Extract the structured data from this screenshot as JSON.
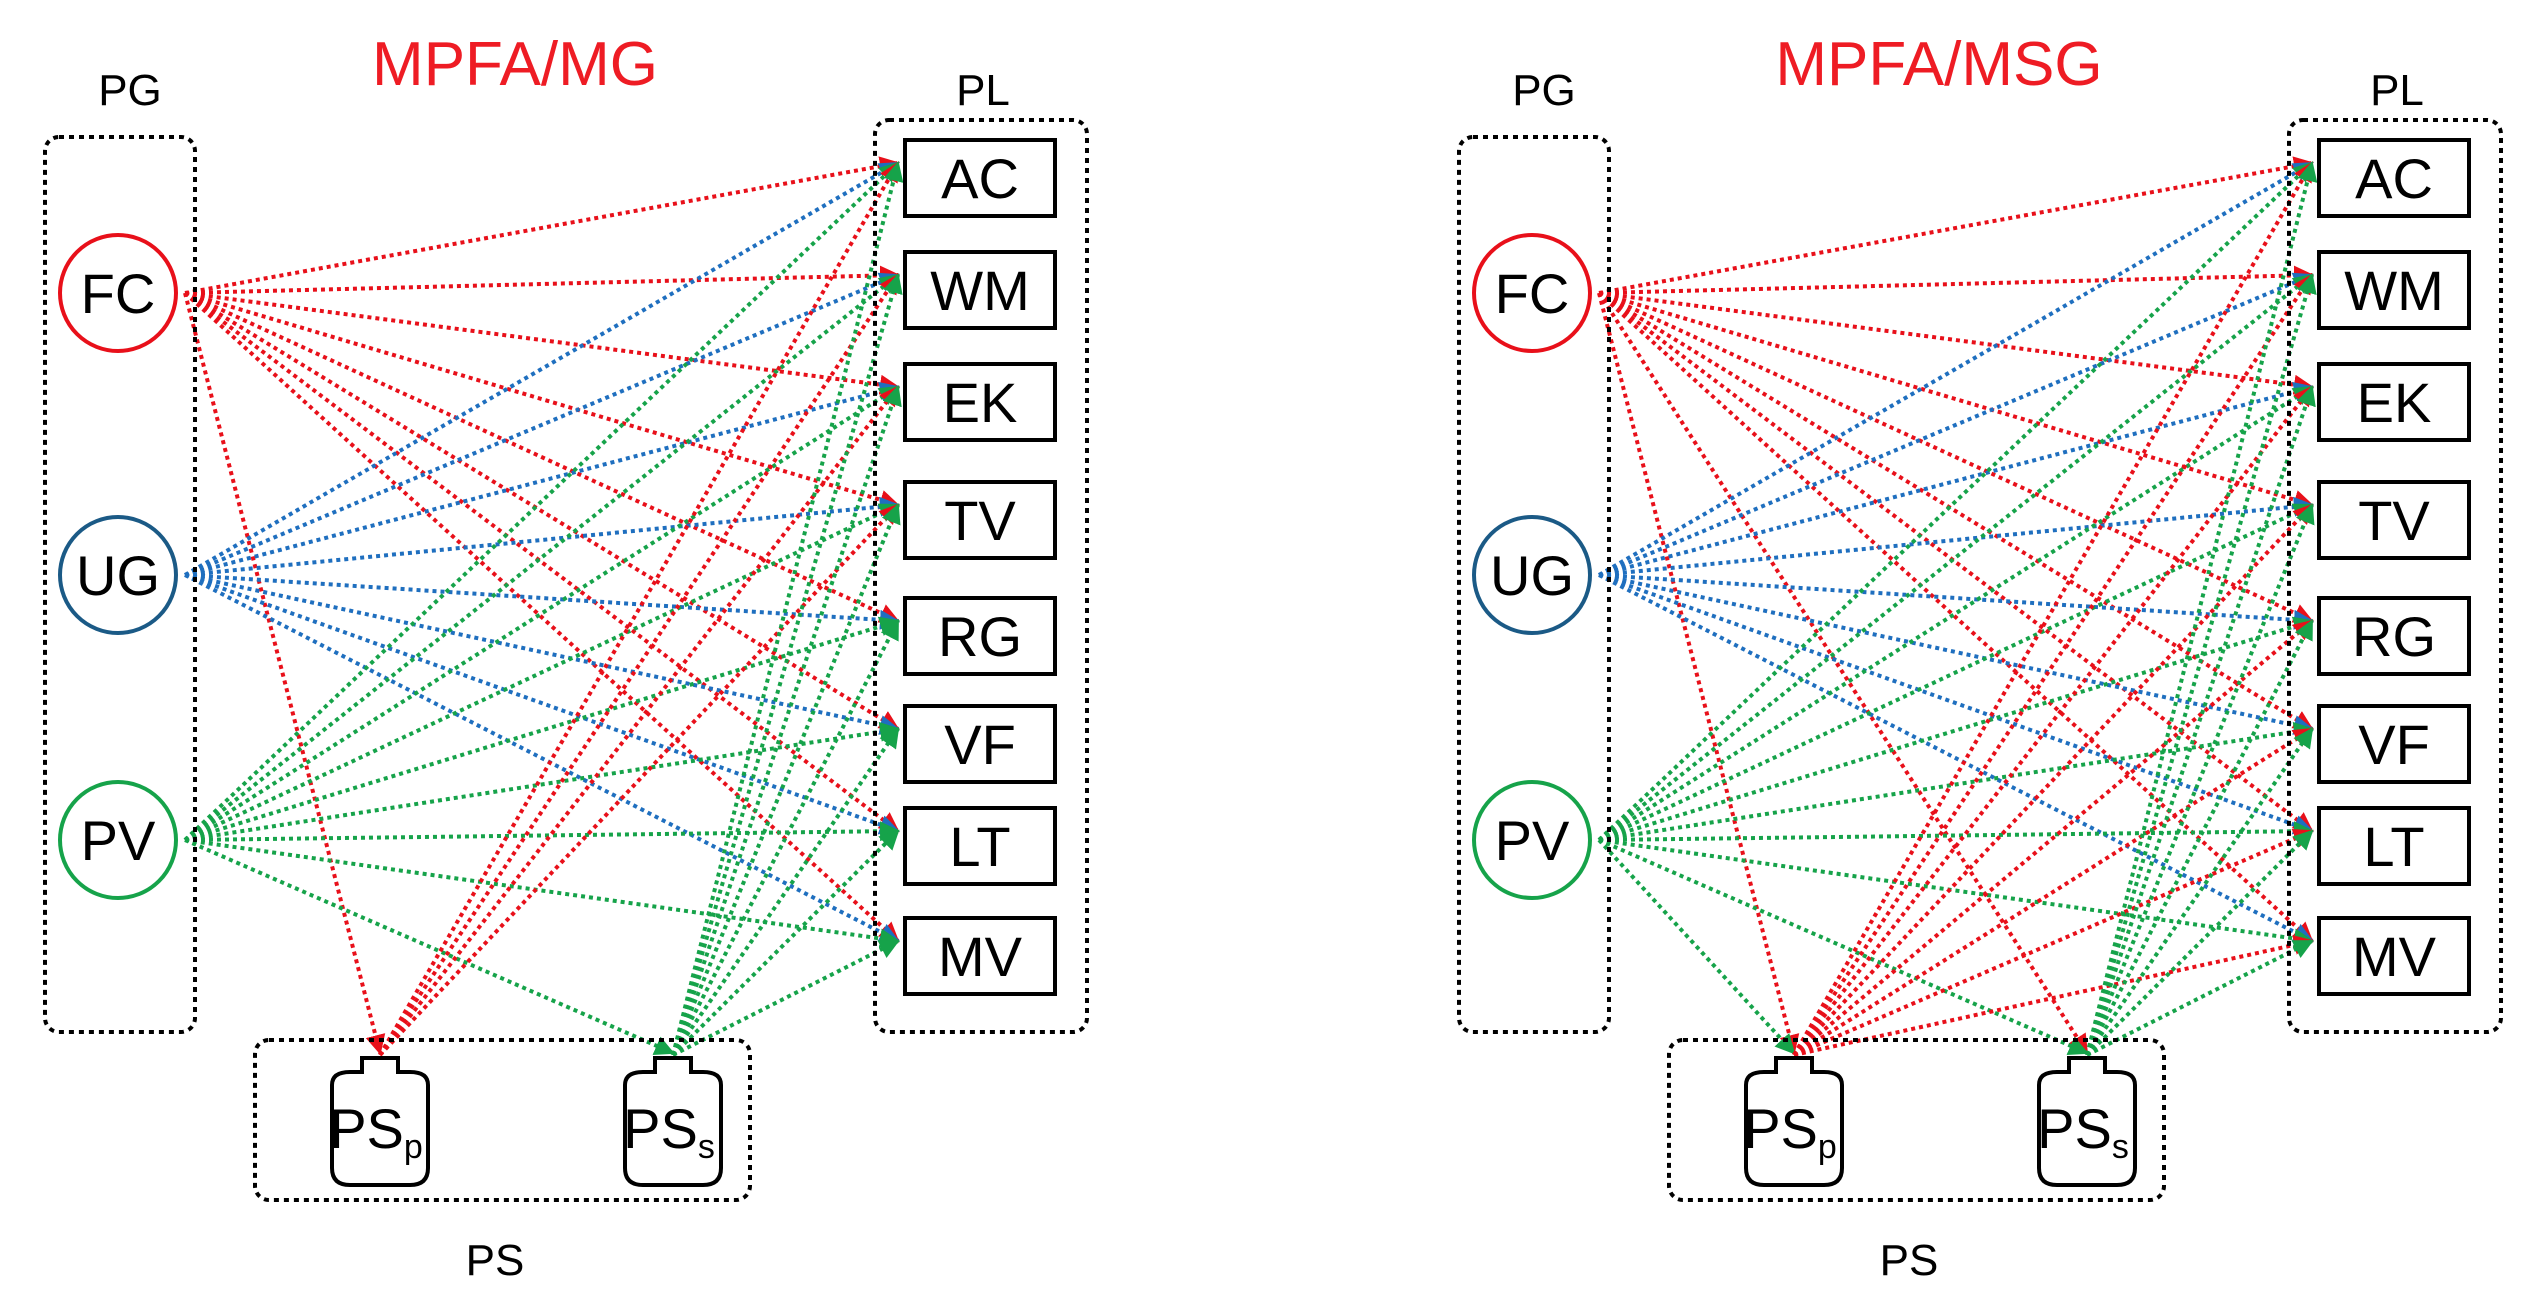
{
  "colors": {
    "fc": "#e8101a",
    "ug": "#1f6fbf",
    "ug_circle": "#1b5a86",
    "pv": "#16a34a",
    "title": "#ee1c24",
    "text": "#000000",
    "group_border": "#000000"
  },
  "panels": [
    {
      "title": "MPFA/MG",
      "group_labels": {
        "pg": "PG",
        "pl": "PL",
        "ps": "PS"
      },
      "generators": [
        {
          "id": "FC",
          "label": "FC",
          "color": "fc"
        },
        {
          "id": "UG",
          "label": "UG",
          "color": "ug"
        },
        {
          "id": "PV",
          "label": "PV",
          "color": "pv"
        }
      ],
      "loads": [
        {
          "id": "AC",
          "label": "AC"
        },
        {
          "id": "WM",
          "label": "WM"
        },
        {
          "id": "EK",
          "label": "EK"
        },
        {
          "id": "TV",
          "label": "TV"
        },
        {
          "id": "RG",
          "label": "RG"
        },
        {
          "id": "VF",
          "label": "VF"
        },
        {
          "id": "LT",
          "label": "LT"
        },
        {
          "id": "MV",
          "label": "MV"
        }
      ],
      "storage": [
        {
          "id": "PSp",
          "label": "PS",
          "sub": "p"
        },
        {
          "id": "PSs",
          "label": "PS",
          "sub": "s"
        }
      ],
      "flows": [
        {
          "from": "FC",
          "to": [
            "AC",
            "WM",
            "EK",
            "TV",
            "RG",
            "VF",
            "LT",
            "MV",
            "PSp"
          ],
          "color": "fc"
        },
        {
          "from": "UG",
          "to": [
            "AC",
            "WM",
            "EK",
            "TV",
            "RG",
            "VF",
            "LT",
            "MV"
          ],
          "color": "ug"
        },
        {
          "from": "PV",
          "to": [
            "AC",
            "WM",
            "EK",
            "TV",
            "RG",
            "VF",
            "LT",
            "MV",
            "PSs"
          ],
          "color": "pv"
        },
        {
          "from": "PSp",
          "to": [
            "AC",
            "WM",
            "EK",
            "TV"
          ],
          "color": "fc"
        },
        {
          "from": "PSs",
          "to": [
            "AC",
            "WM",
            "EK",
            "TV",
            "RG",
            "VF",
            "LT",
            "MV"
          ],
          "color": "pv"
        }
      ]
    },
    {
      "title": "MPFA/MSG",
      "group_labels": {
        "pg": "PG",
        "pl": "PL",
        "ps": "PS"
      },
      "generators": [
        {
          "id": "FC",
          "label": "FC",
          "color": "fc"
        },
        {
          "id": "UG",
          "label": "UG",
          "color": "ug"
        },
        {
          "id": "PV",
          "label": "PV",
          "color": "pv"
        }
      ],
      "loads": [
        {
          "id": "AC",
          "label": "AC"
        },
        {
          "id": "WM",
          "label": "WM"
        },
        {
          "id": "EK",
          "label": "EK"
        },
        {
          "id": "TV",
          "label": "TV"
        },
        {
          "id": "RG",
          "label": "RG"
        },
        {
          "id": "VF",
          "label": "VF"
        },
        {
          "id": "LT",
          "label": "LT"
        },
        {
          "id": "MV",
          "label": "MV"
        }
      ],
      "storage": [
        {
          "id": "PSp",
          "label": "PS",
          "sub": "p"
        },
        {
          "id": "PSs",
          "label": "PS",
          "sub": "s"
        }
      ],
      "flows": [
        {
          "from": "FC",
          "to": [
            "AC",
            "WM",
            "EK",
            "TV",
            "RG",
            "VF",
            "LT",
            "MV",
            "PSp",
            "PSs"
          ],
          "color": "fc"
        },
        {
          "from": "UG",
          "to": [
            "AC",
            "WM",
            "EK",
            "TV",
            "RG",
            "VF",
            "LT",
            "MV"
          ],
          "color": "ug"
        },
        {
          "from": "PV",
          "to": [
            "AC",
            "WM",
            "EK",
            "TV",
            "RG",
            "VF",
            "LT",
            "MV",
            "PSp",
            "PSs"
          ],
          "color": "pv"
        },
        {
          "from": "PSp",
          "to": [
            "AC",
            "WM",
            "EK",
            "TV",
            "RG",
            "VF",
            "LT",
            "MV"
          ],
          "color": "fc"
        },
        {
          "from": "PSs",
          "to": [
            "AC",
            "WM",
            "EK",
            "TV",
            "RG",
            "VF",
            "LT",
            "MV"
          ],
          "color": "pv"
        }
      ]
    }
  ]
}
